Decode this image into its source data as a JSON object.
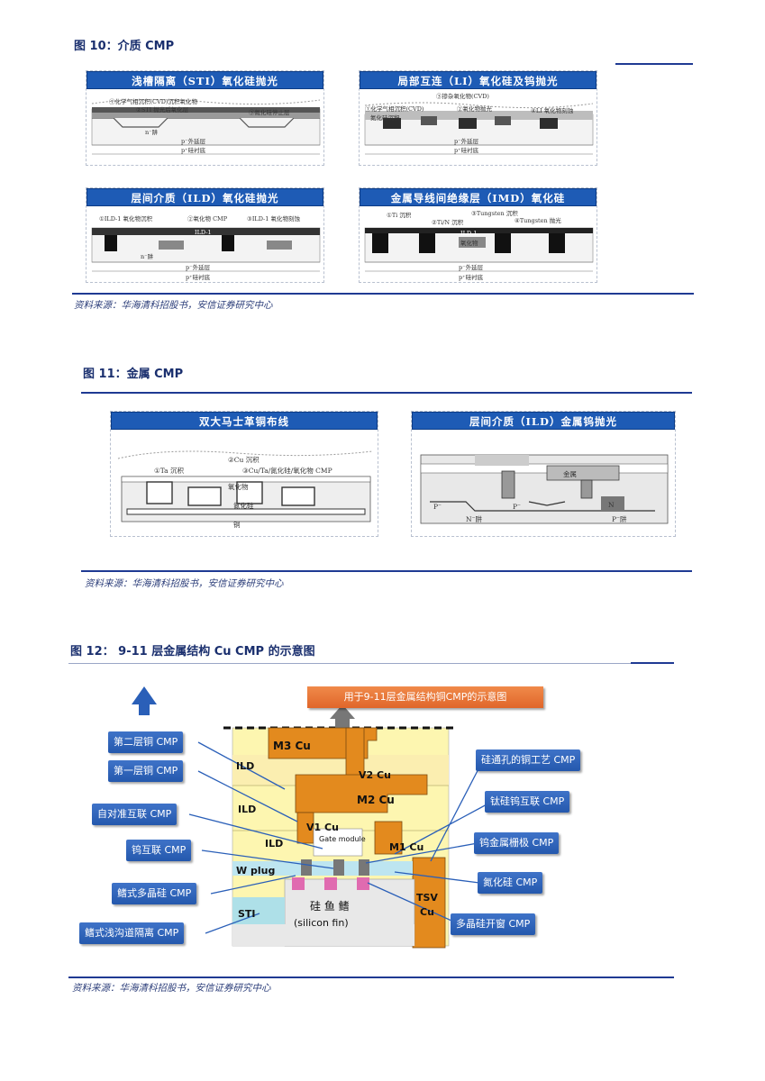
{
  "fig10": {
    "title": "图 10：介质 CMP",
    "source": "资料来源：华海清科招股书，安信证券研究中心",
    "panels": {
      "sti": {
        "header": "浅槽隔离（STI）氧化硅抛光",
        "l1": "①化学气相沉积(CVD)沉积氧化物",
        "l2": "②STI 抛光后氧化层",
        "l3": "③氮化硅停止层",
        "l4": "n⁻阱",
        "l5": "p⁻外延层",
        "l6": "p⁺硅衬底"
      },
      "li": {
        "header": "局部互连（LI）氧化硅及钨抛光",
        "l1": "③掺杂氧化物(CVD)",
        "l2": "①化学气相沉积(CVD)",
        "l3": "②氧化物抛光",
        "l4": "④LI 氧化物刻蚀",
        "l5": "氮化硅沉积",
        "l6": "p⁻外延层",
        "l7": "p⁺硅衬底"
      },
      "ild": {
        "header": "层间介质（ILD）氧化硅抛光",
        "l1": "①ILD-1 氧化物沉积",
        "l2": "②氧化物 CMP",
        "l3": "③ILD-1 氧化物刻蚀",
        "l4": "ILD-1",
        "l5": "n⁻阱",
        "l6": "p⁻外延层",
        "l7": "p⁺硅衬底"
      },
      "imd": {
        "header": "金属导线间绝缘层（IMD）氧化硅",
        "l1": "①Ti 沉积",
        "l2": "②Ti/N 沉积",
        "l3": "③Tungsten 沉积",
        "l4": "④Tungsten 抛光",
        "l5": "ILD-1",
        "l6": "氧化物",
        "l7": "p⁻外延层",
        "l8": "p⁺硅衬底"
      }
    }
  },
  "fig11": {
    "title": "图 11：金属 CMP",
    "source": "资料来源：华海清科招股书，安信证券研究中心",
    "panels": {
      "dual": {
        "header": "双大马士革铜布线",
        "l1": "②Cu 沉积",
        "l2": "①Ta 沉积",
        "l3": "③Cu/Ta/氮化硅/氧化物 CMP",
        "l4": "氧化物",
        "l5": "氮化硅",
        "l6": "铜"
      },
      "ildw": {
        "header": "层间介质（ILD）金属钨抛光",
        "l1": "金属",
        "l2": "P⁻",
        "l3": "N⁻阱",
        "l4": "P⁻",
        "l5": "N",
        "l6": "P⁻阱"
      }
    }
  },
  "fig12": {
    "title": "图 12：  9-11 层金属结构 Cu CMP 的示意图",
    "source": "资料来源：华海清科招股书，安信证券研究中心",
    "banner": "用于9-11层金属结构铜CMP的示意图",
    "left": [
      "第二层铜 CMP",
      "第一层铜 CMP",
      "自对准互联 CMP",
      "钨互联 CMP",
      "鳍式多晶硅 CMP",
      "鳍式浅沟道隔离 CMP"
    ],
    "right": [
      "硅通孔的铜工艺 CMP",
      "钛硅钨互联 CMP",
      "钨金属栅极 CMP",
      "氮化硅 CMP",
      "多晶硅开窗 CMP"
    ],
    "diagram": {
      "m3": "M3 Cu",
      "v2": "V2 Cu",
      "m2": "M2 Cu",
      "v1": "V1 Cu",
      "m1": "M1 Cu",
      "ild1": "ILD",
      "ild2": "ILD",
      "ild3": "ILD",
      "gate": "Gate module",
      "wplug": "W plug",
      "sti": "STI",
      "fin1": "硅 鱼 鳍",
      "fin2": "(silicon fin)",
      "tsv1": "TSV",
      "tsv2": "Cu"
    }
  }
}
